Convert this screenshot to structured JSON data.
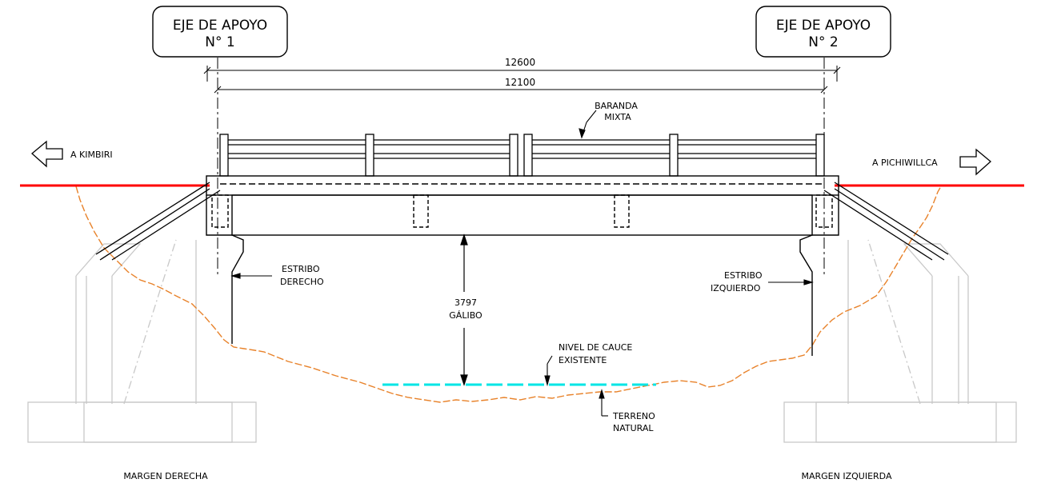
{
  "supports": {
    "left": {
      "line1": "EJE DE APOYO",
      "line2": "N° 1"
    },
    "right": {
      "line1": "EJE DE APOYO",
      "line2": "N° 2"
    }
  },
  "dimensions": {
    "overall": "12600",
    "span": "12100",
    "clearance_value": "3797",
    "clearance_label": "GÁLIBO"
  },
  "labels": {
    "railing_line1": "BARANDA",
    "railing_line2": "MIXTA",
    "direction_left": "A KIMBIRI",
    "direction_right": "A PICHIWILLCA",
    "abutment_right_line1": "ESTRIBO",
    "abutment_right_line2": "DERECHO",
    "abutment_left_line1": "ESTRIBO",
    "abutment_left_line2": "IZQUIERDO",
    "water_line1": "NIVEL DE CAUCE",
    "water_line2": "EXISTENTE",
    "ground_line1": "TERRENO",
    "ground_line2": "NATURAL",
    "bank_right": "MARGEN DERECHA",
    "bank_left": "MARGEN IZQUIERDA"
  },
  "colors": {
    "road": "#ff0000",
    "terrain": "#e8822a",
    "water": "#00e5e5",
    "ghost": "#c8c8c8",
    "ink": "#000000"
  }
}
